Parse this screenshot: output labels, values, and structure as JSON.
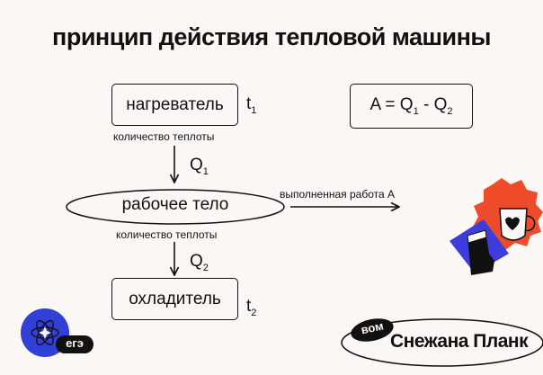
{
  "title": "принцип действия тепловой машины",
  "heater": {
    "label": "нагреватель",
    "temp_symbol": "t",
    "temp_sub": "1"
  },
  "cooler": {
    "label": "охладитель",
    "temp_symbol": "t",
    "temp_sub": "2"
  },
  "working_body": {
    "label": "рабочее тело"
  },
  "heat_label_top": "количество теплоты",
  "heat_label_bottom": "количество теплоты",
  "q1": {
    "symbol": "Q",
    "sub": "1"
  },
  "q2": {
    "symbol": "Q",
    "sub": "2"
  },
  "work_label": "выполненная работа A",
  "formula": {
    "a": "A = Q",
    "sub1": "1",
    "mid": " - Q",
    "sub2": "2"
  },
  "logo_left": {
    "text": "егэ"
  },
  "brand": {
    "badge": "вом",
    "author": "Снежана Планк"
  },
  "colors": {
    "background": "#fbf7f4",
    "logo_blue": "#3340d8",
    "sticker_red": "#ee4b2b",
    "sticker_blue": "#3d3ddb"
  }
}
